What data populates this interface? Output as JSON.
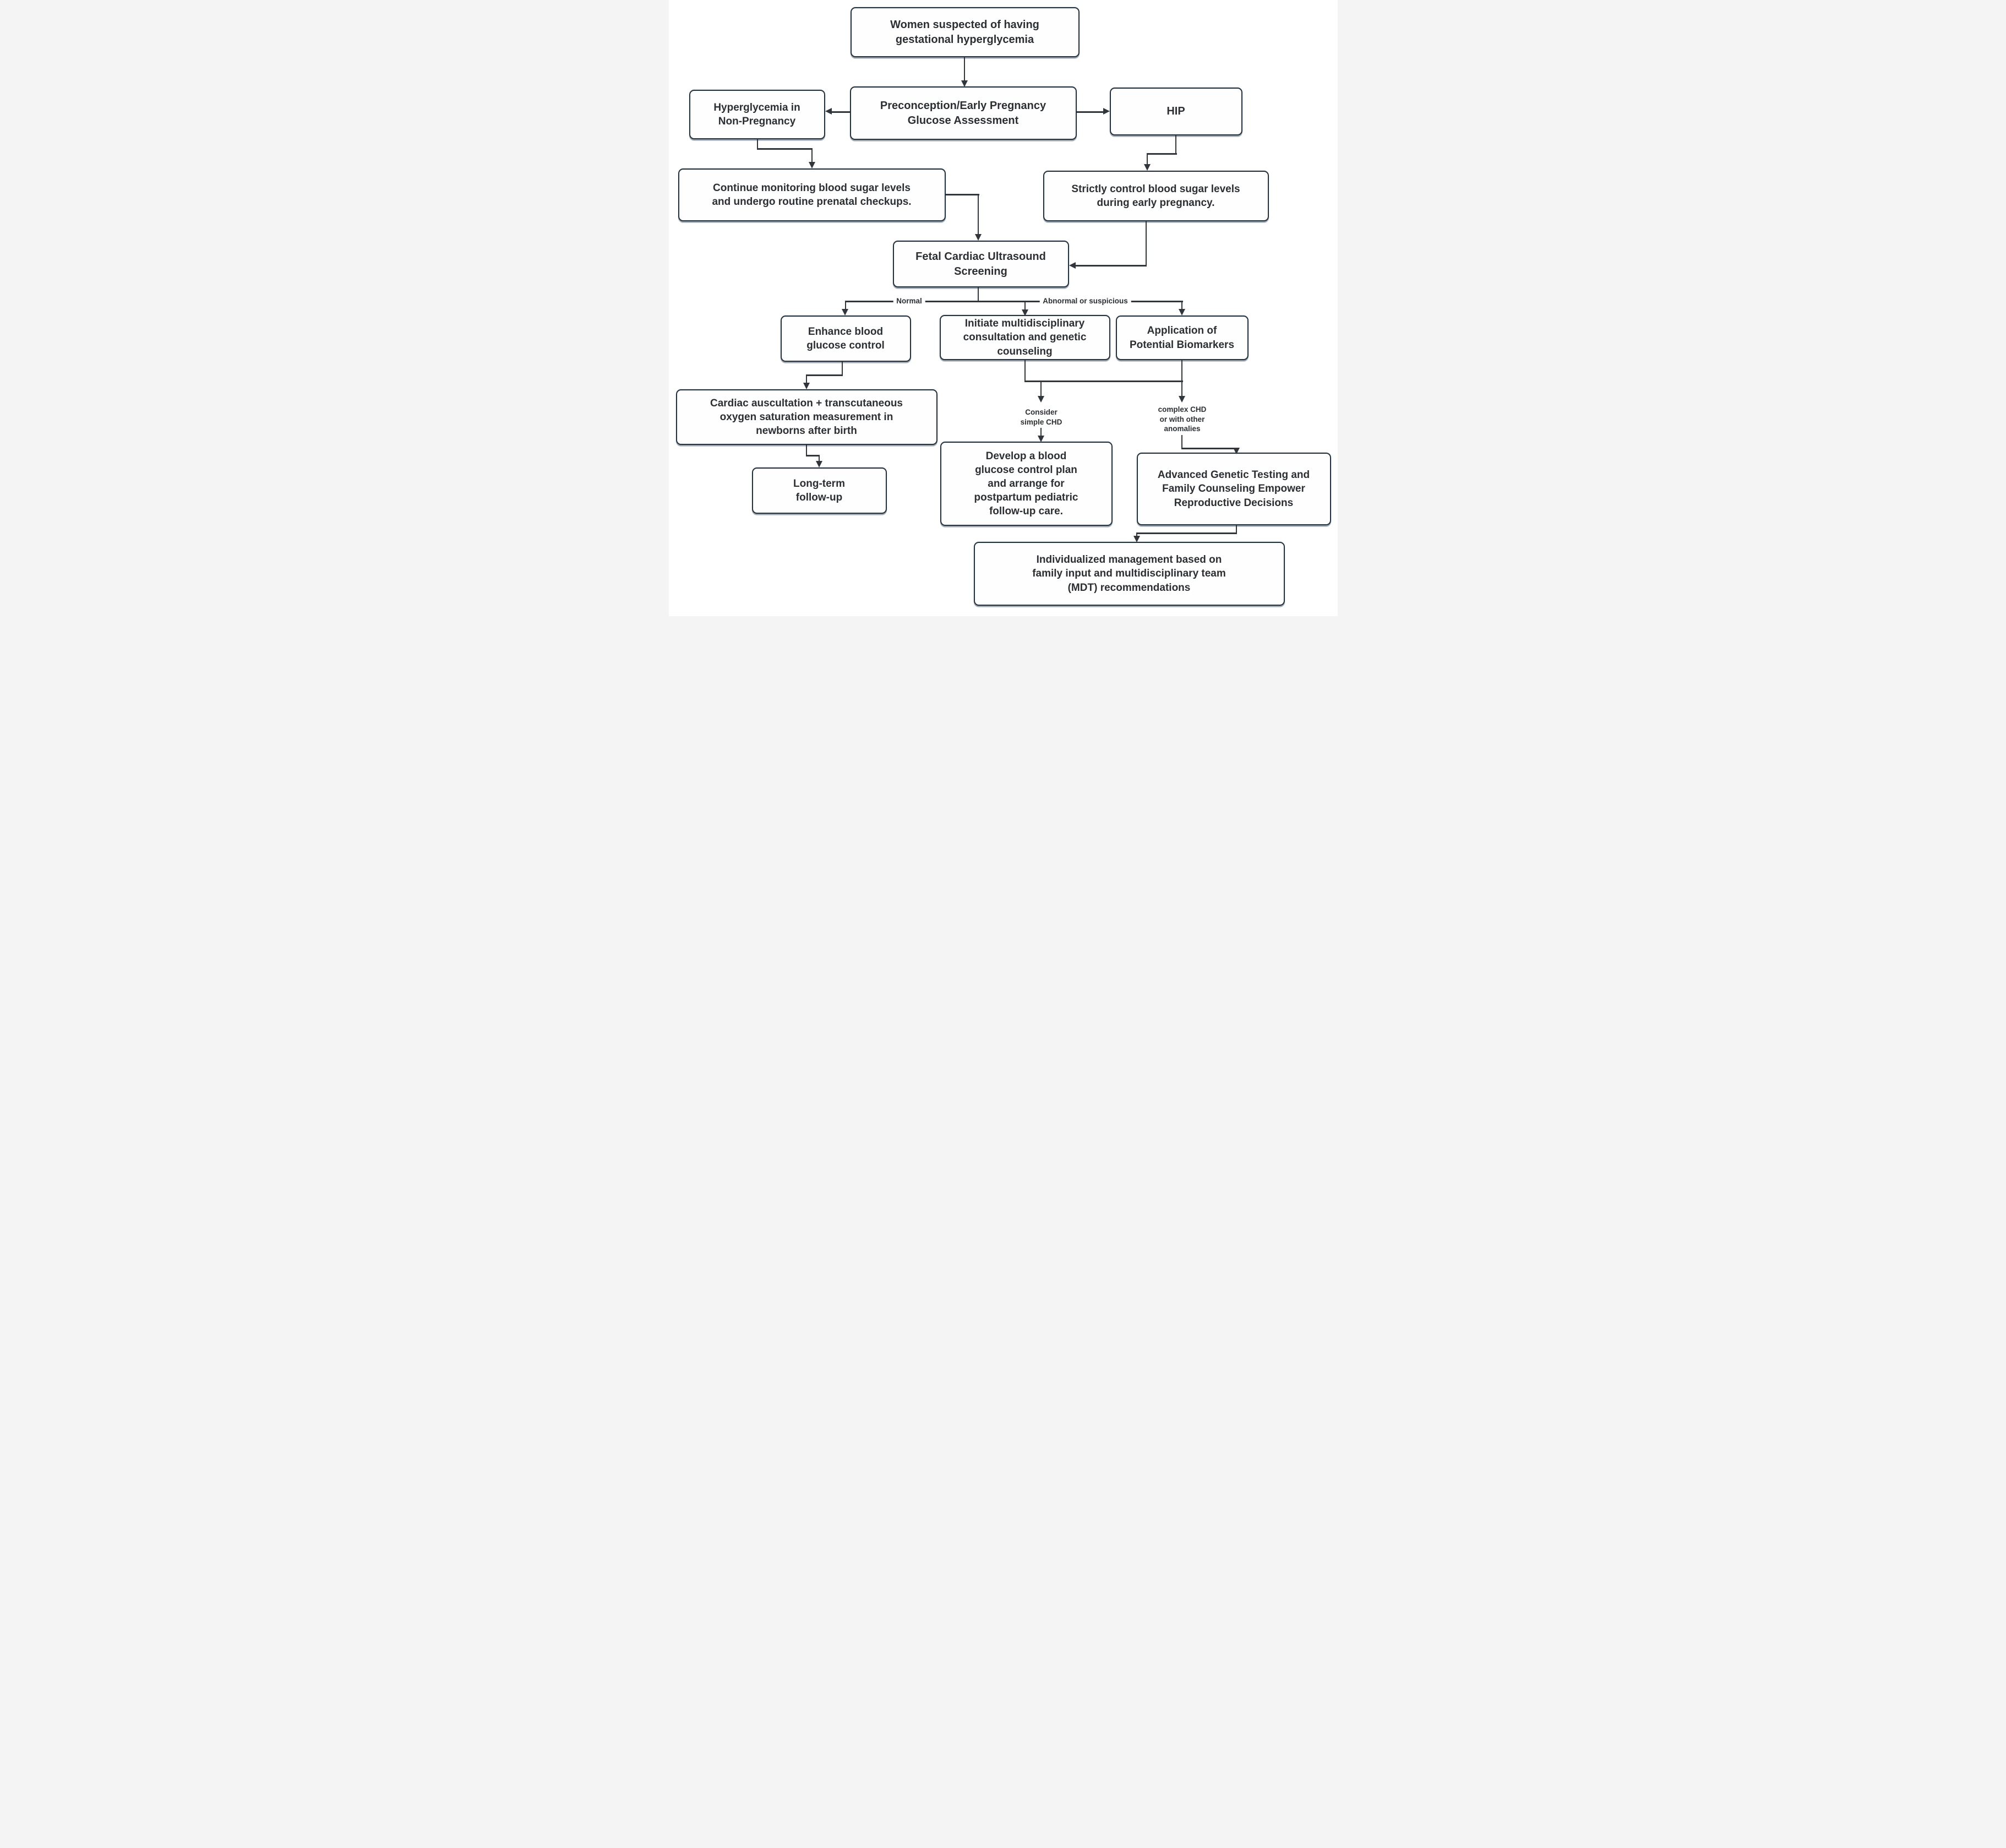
{
  "diagram": {
    "type": "flowchart",
    "topic": "Management pathway for gestational hyperglycemia and fetal congenital heart disease screening",
    "colors": {
      "background": "#ffffff",
      "box_border": "#22313f",
      "connector_line": "#30363c",
      "text": "#2b2f33"
    },
    "nodes": {
      "women_suspected": {
        "label": "Women suspected of having\ngestational hyperglycemia"
      },
      "hyperglycemia_non_pregnancy": {
        "label": "Hyperglycemia in\nNon-Pregnancy"
      },
      "preconception_assessment": {
        "label": "Preconception/Early Pregnancy\nGlucose Assessment"
      },
      "hip": {
        "label": "HIP"
      },
      "continue_monitoring": {
        "label": "Continue monitoring blood sugar levels\nand undergo routine prenatal checkups."
      },
      "strictly_control": {
        "label": "Strictly control blood sugar levels\nduring early pregnancy."
      },
      "fetal_cardiac_screening": {
        "label": "Fetal Cardiac Ultrasound\nScreening"
      },
      "enhance_glucose_control": {
        "label": "Enhance blood\nglucose control"
      },
      "initiate_consultation": {
        "label": "Initiate multidisciplinary\nconsultation and genetic\ncounseling"
      },
      "application_biomarkers": {
        "label": "Application of\nPotential Biomarkers"
      },
      "cardiac_auscultation": {
        "label": "Cardiac auscultation + transcutaneous\noxygen saturation measurement in\nnewborns after birth"
      },
      "long_term_follow_up": {
        "label": "Long-term\nfollow-up"
      },
      "develop_plan": {
        "label": "Develop a blood\nglucose control plan\nand arrange for\npostpartum pediatric\nfollow-up care."
      },
      "advanced_genetic_testing": {
        "label": "Advanced Genetic Testing and\nFamily Counseling Empower\nReproductive Decisions"
      },
      "individualized_management": {
        "label": "Individualized management based on\nfamily input and multidisciplinary team\n(MDT) recommendations"
      }
    },
    "edge_labels": {
      "normal": "Normal",
      "abnormal": "Abnormal or suspicious",
      "consider_simple_chd": "Consider\nsimple CHD",
      "complex_chd": "complex CHD\nor with other\nanomalies"
    },
    "edges": [
      {
        "from": "women_suspected",
        "to": "preconception_assessment",
        "label": ""
      },
      {
        "from": "preconception_assessment",
        "to": "hyperglycemia_non_pregnancy",
        "label": ""
      },
      {
        "from": "preconception_assessment",
        "to": "hip",
        "label": ""
      },
      {
        "from": "hyperglycemia_non_pregnancy",
        "to": "continue_monitoring",
        "label": ""
      },
      {
        "from": "hip",
        "to": "strictly_control",
        "label": ""
      },
      {
        "from": "continue_monitoring",
        "to": "fetal_cardiac_screening",
        "label": ""
      },
      {
        "from": "strictly_control",
        "to": "fetal_cardiac_screening",
        "label": ""
      },
      {
        "from": "fetal_cardiac_screening",
        "to": "enhance_glucose_control",
        "label": "Normal"
      },
      {
        "from": "fetal_cardiac_screening",
        "to": "initiate_consultation",
        "label": "Abnormal or suspicious"
      },
      {
        "from": "fetal_cardiac_screening",
        "to": "application_biomarkers",
        "label": "Abnormal or suspicious"
      },
      {
        "from": "enhance_glucose_control",
        "to": "cardiac_auscultation",
        "label": ""
      },
      {
        "from": "cardiac_auscultation",
        "to": "long_term_follow_up",
        "label": ""
      },
      {
        "from": "initiate_consultation",
        "to": "develop_plan",
        "label": "Consider simple CHD"
      },
      {
        "from": "application_biomarkers",
        "to": "advanced_genetic_testing",
        "label": "complex CHD or with other anomalies"
      },
      {
        "from": "advanced_genetic_testing",
        "to": "individualized_management",
        "label": ""
      }
    ]
  }
}
